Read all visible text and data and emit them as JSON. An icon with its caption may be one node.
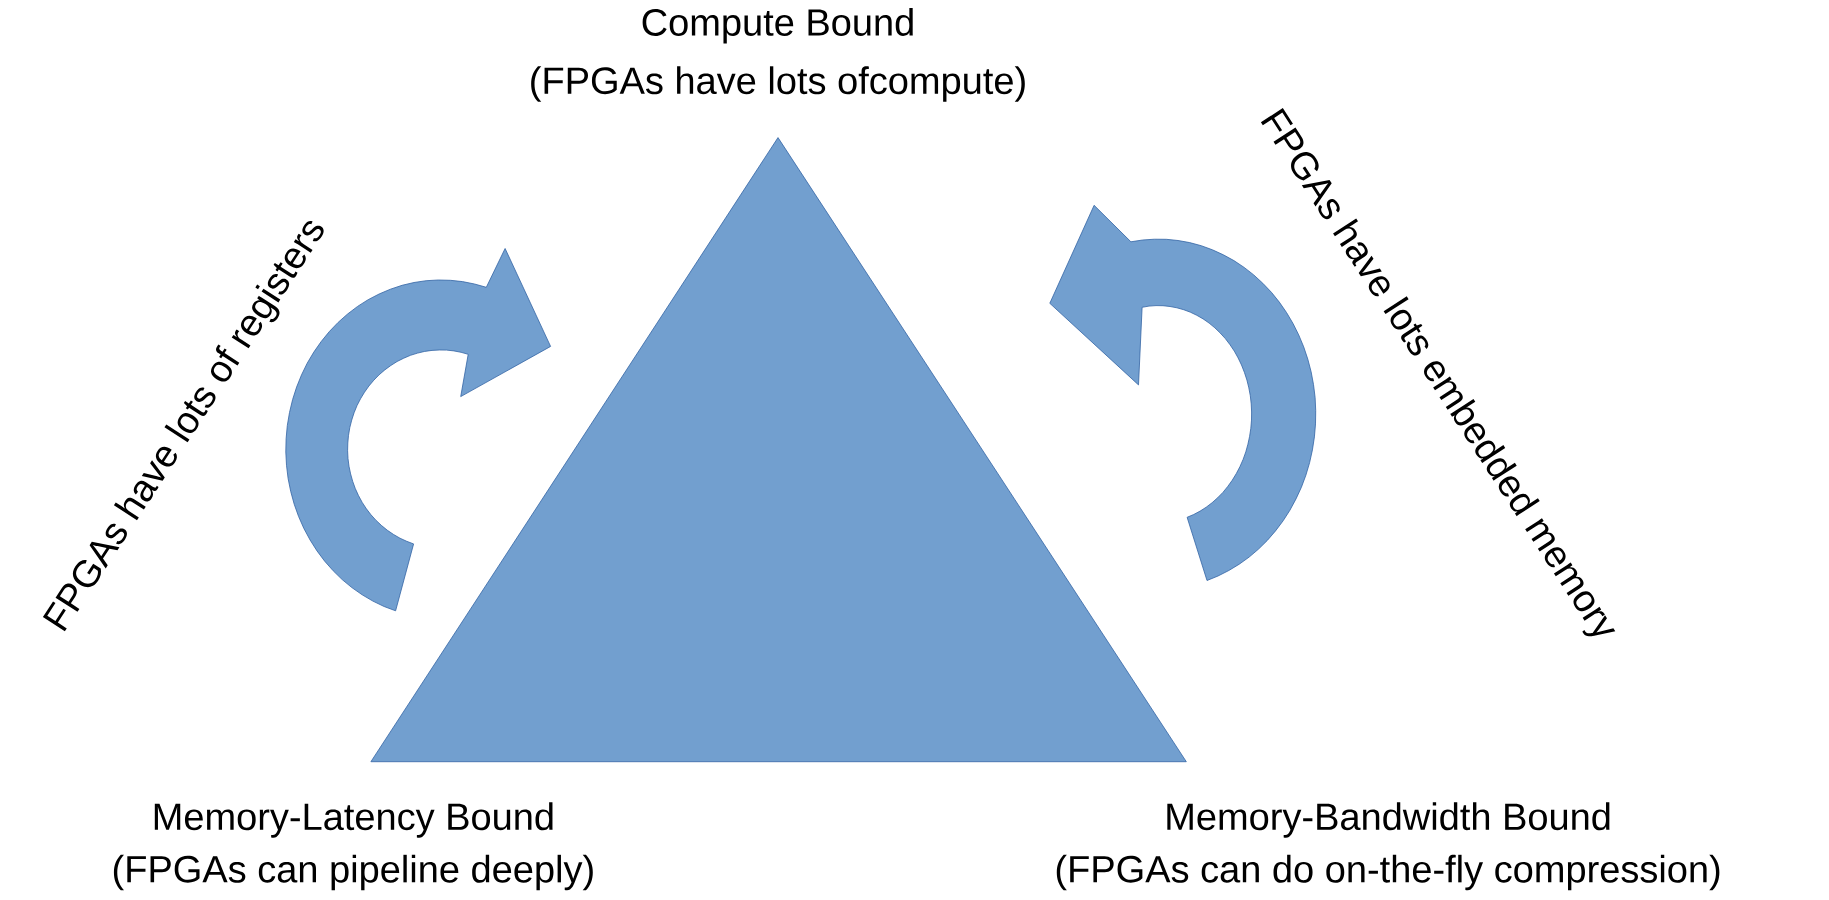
{
  "diagram": {
    "labels": [
      "Compute Bound",
      "(FPGAs have lots ofcompute)",
      "FPGAs have lots of registers",
      "FPGAs have lots embedded memory",
      "Memory-Latency Bound",
      "(FPGAs can pipeline deeply)",
      "Memory-Bandwidth Bound",
      "(FPGAs can do on-the-fly compression)"
    ]
  }
}
